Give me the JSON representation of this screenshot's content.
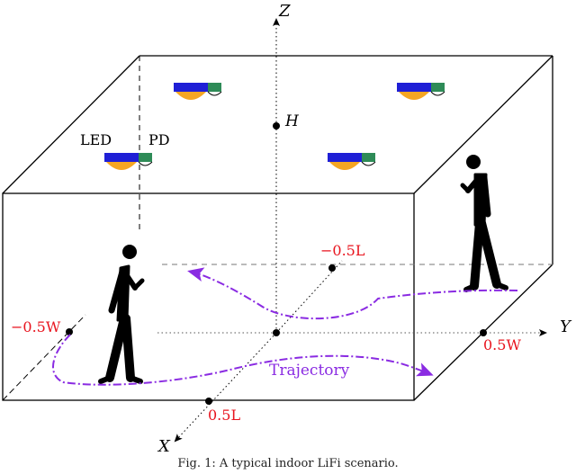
{
  "axes": {
    "z_label": "Z",
    "y_label": "Y",
    "x_label": "X"
  },
  "points": {
    "h_label": "H",
    "neg_half_L": "−0.5L",
    "half_L": "0.5L",
    "neg_half_W": "−0.5W",
    "half_W": "0.5W"
  },
  "device_labels": {
    "led": "LED",
    "pd": "PD"
  },
  "trajectory_label": "Trajectory",
  "caption": "Fig. 1: A typical indoor LiFi scenario.",
  "colors": {
    "led_blue": "#1f1fd6",
    "led_orange": "#f5a623",
    "pd_green": "#2e8b57",
    "measure_red": "#e8141e",
    "trajectory_purple": "#8a2be2"
  },
  "icons": [
    "led-fixture-icon",
    "photodiode-icon",
    "person-walking-icon"
  ]
}
